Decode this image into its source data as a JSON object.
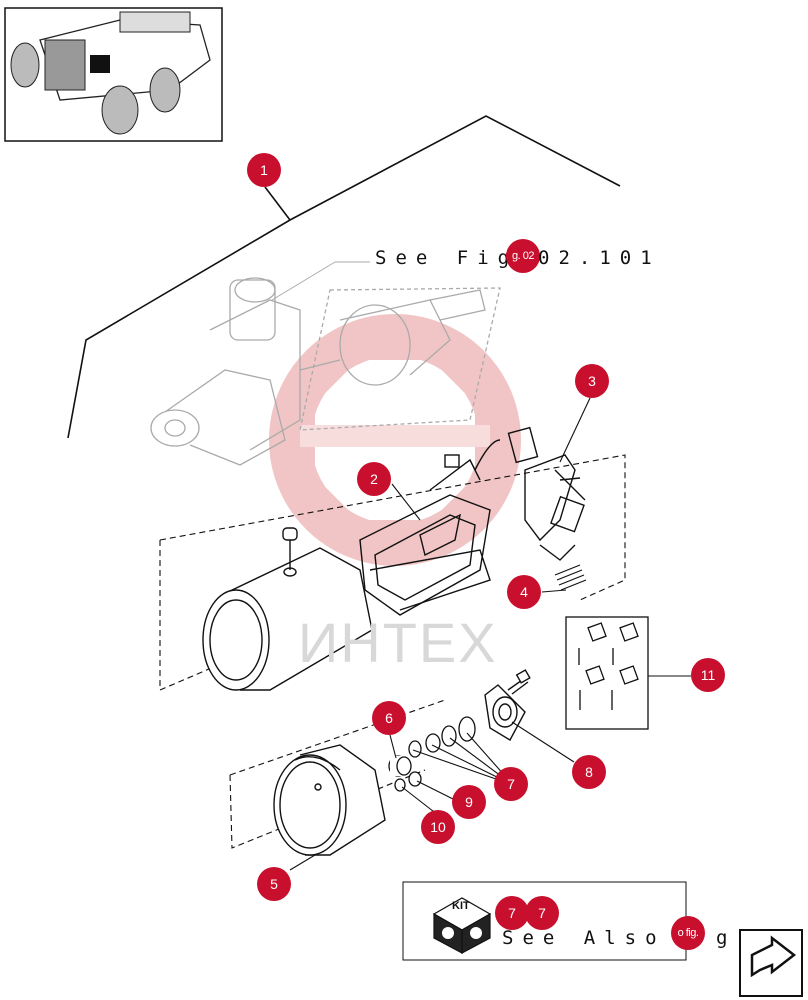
{
  "watermark": {
    "text": "ИНТЕХ"
  },
  "references": {
    "see_fig": {
      "prefix": "See Fig",
      "number": "02.101",
      "badge": "g. 02"
    },
    "see_also": {
      "text": "See Also",
      "badge": "o fig.",
      "trail": "g"
    }
  },
  "kit": {
    "label": "KIT"
  },
  "callouts": [
    {
      "id": "1",
      "label": "1"
    },
    {
      "id": "2",
      "label": "2"
    },
    {
      "id": "3",
      "label": "3"
    },
    {
      "id": "4",
      "label": "4"
    },
    {
      "id": "5",
      "label": "5"
    },
    {
      "id": "6",
      "label": "6"
    },
    {
      "id": "7",
      "label": "7"
    },
    {
      "id": "8",
      "label": "8"
    },
    {
      "id": "9",
      "label": "9"
    },
    {
      "id": "10",
      "label": "10"
    },
    {
      "id": "11",
      "label": "11"
    }
  ],
  "kit_callouts": [
    "7",
    "7"
  ],
  "colors": {
    "callout": "#c8102e",
    "watermark": "#e8a0a0",
    "line": "#111111"
  },
  "icons": [
    "vehicle-thumbnail",
    "kit-icon",
    "next-page-arrow-icon"
  ]
}
